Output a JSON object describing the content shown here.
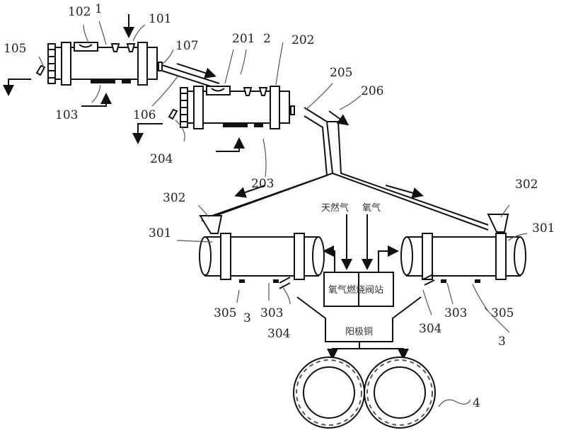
{
  "labels": {
    "l1": "1",
    "l2": "2",
    "l3": "3",
    "l4": "4",
    "l101": "101",
    "l102": "102",
    "l103": "103",
    "l105": "105",
    "l106": "106",
    "l107": "107",
    "l201": "201",
    "l202": "202",
    "l203": "203",
    "l204": "204",
    "l205": "205",
    "l206": "206",
    "l301": "301",
    "l302": "302",
    "l303": "303",
    "l304": "304",
    "l305": "305"
  },
  "text": {
    "natural_gas": "天然气",
    "oxygen": "氧气",
    "valve_station": "氧气燃烧阀站",
    "anode_copper": "阳极铜"
  }
}
